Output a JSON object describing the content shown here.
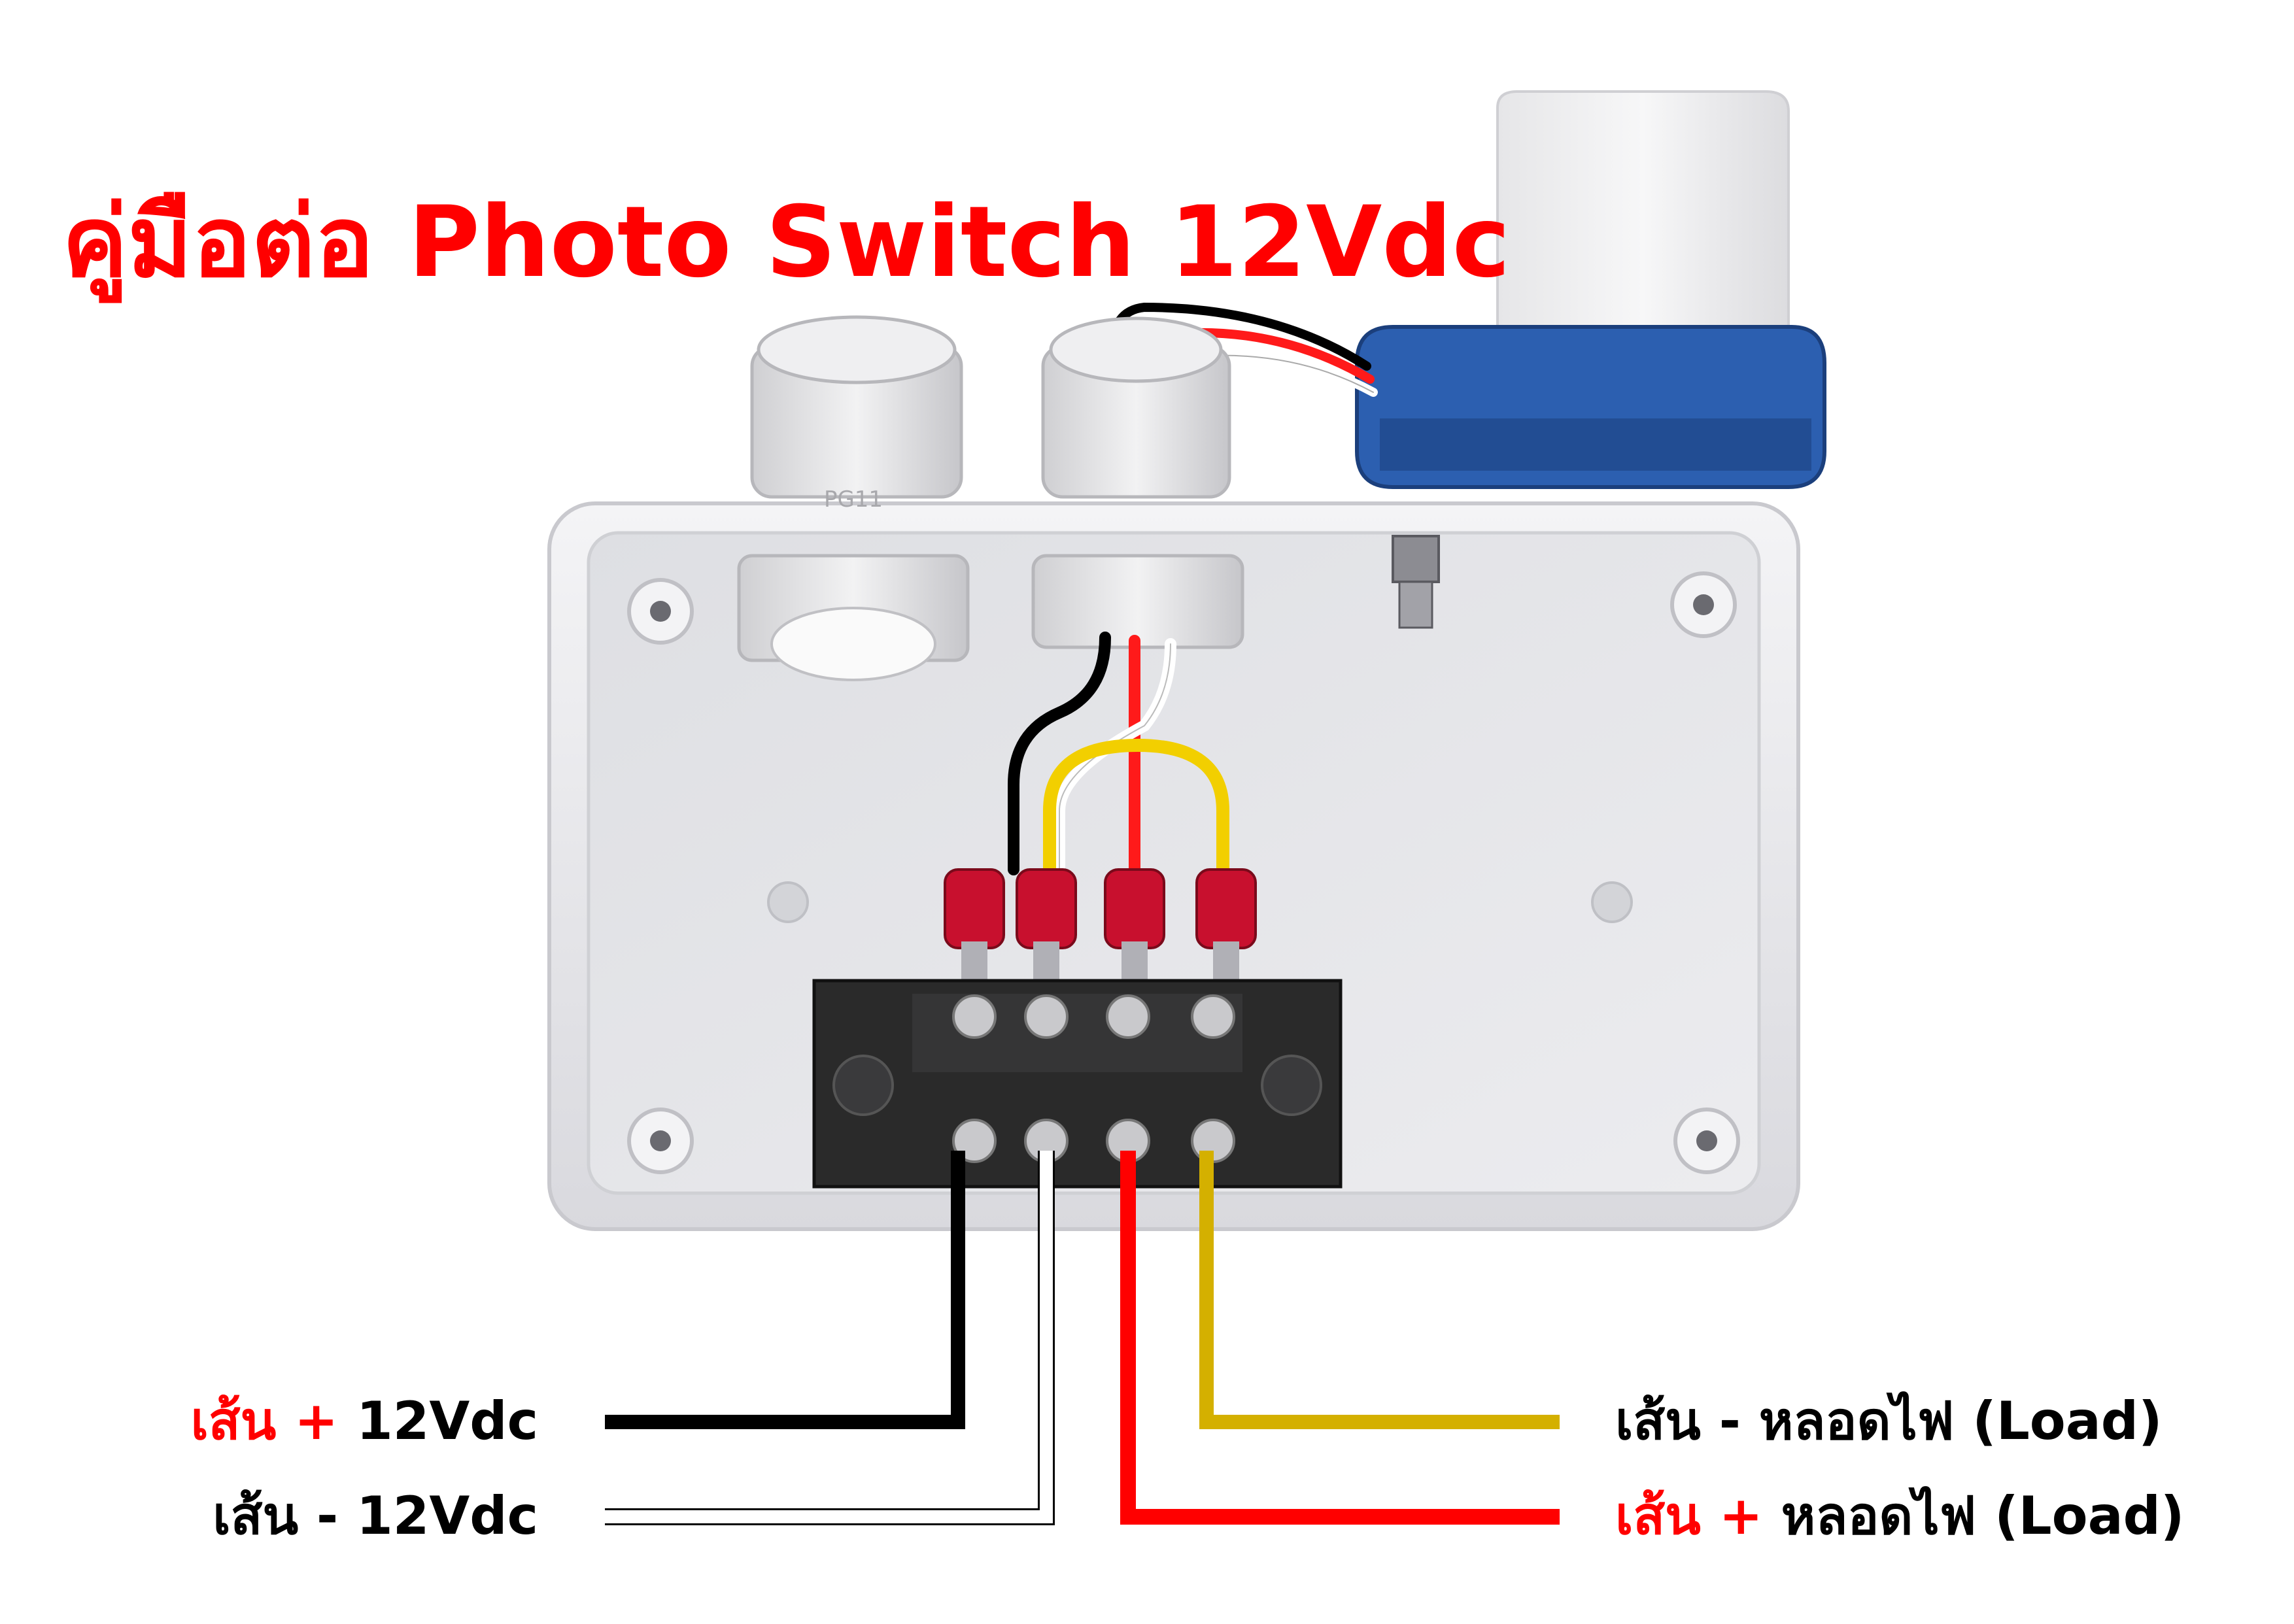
{
  "title": "คู่มือต่อ Photo Switch 12Vdc",
  "colors": {
    "title": "#ff0000",
    "wire_black": "#000000",
    "wire_white": "#ffffff",
    "wire_red": "#ff0000",
    "wire_yellow": "#d4b000",
    "enclosure": "#e9e9ec",
    "sensor_blue": "#2c5fb0",
    "terminal_block": "#2a2a2a",
    "crimp_red": "#c8102e"
  },
  "diagram": {
    "gland_label": "PG11",
    "terminal_count": 4,
    "labels": {
      "left_1": {
        "sign": "เส้น +",
        "text": "12Vdc",
        "wire": "black"
      },
      "left_2": {
        "sign": "เส้น -",
        "text": "12Vdc",
        "wire": "white"
      },
      "right_1": {
        "sign": "เส้น -",
        "text": "หลอดไฟ (Load)",
        "wire": "yellow"
      },
      "right_2": {
        "sign": "เส้น +",
        "text": "หลอดไฟ (Load)",
        "wire": "red"
      }
    }
  }
}
